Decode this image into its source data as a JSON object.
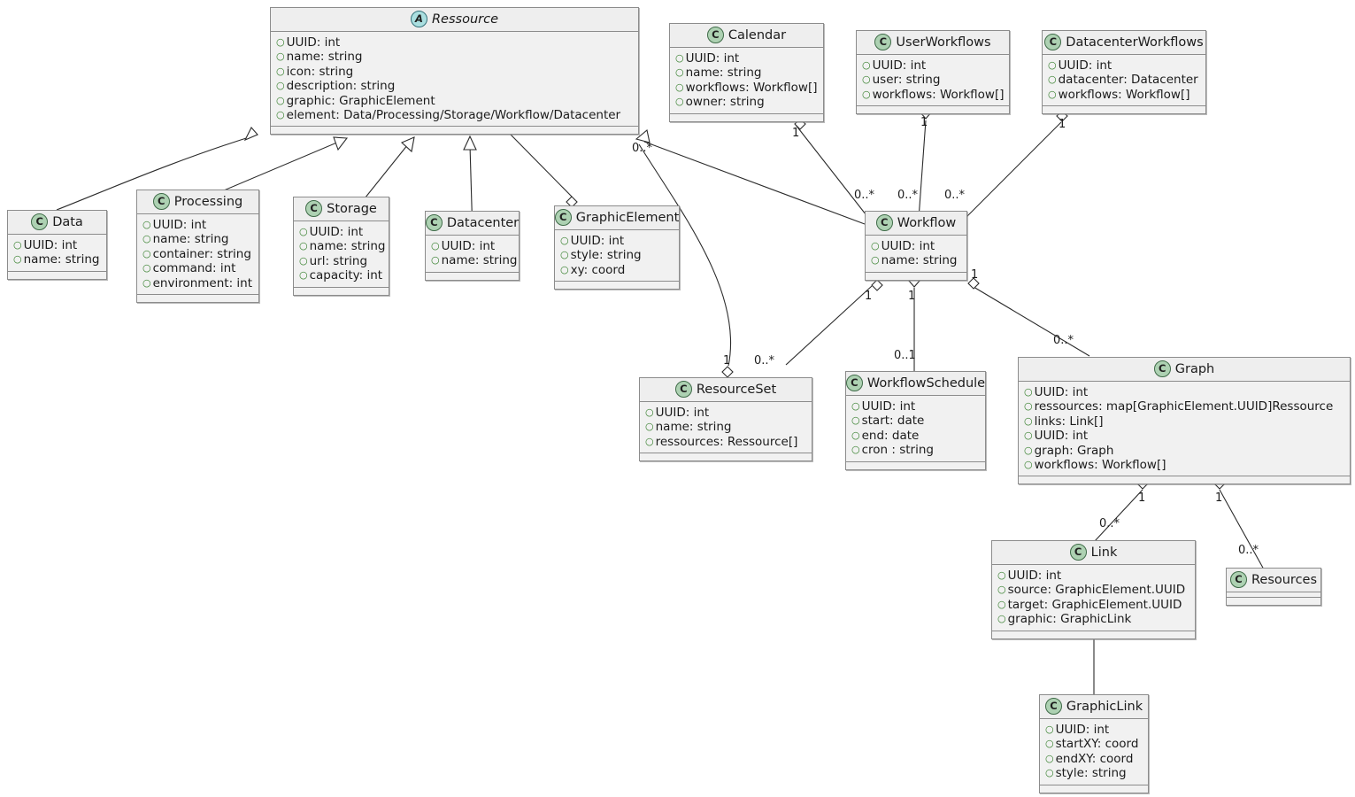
{
  "diagram": {
    "type": "uml-class-diagram",
    "background": "#ffffff",
    "class_fill": "#f1f1f1",
    "class_border": "#8c8c8c",
    "class_icon_color": "#add1b2",
    "abstract_icon_color": "#aadfe0",
    "visibility_marker_color": "#38812f"
  },
  "classes": [
    {
      "id": "ressource",
      "name": "Ressource",
      "stereotype": "A",
      "abstract": true,
      "attrs": [
        "UUID: int",
        "name: string",
        "icon: string",
        "description: string",
        "graphic: GraphicElement",
        "element: Data/Processing/Storage/Workflow/Datacenter"
      ]
    },
    {
      "id": "data",
      "name": "Data",
      "stereotype": "C",
      "abstract": false,
      "attrs": [
        "UUID: int",
        "name: string"
      ]
    },
    {
      "id": "processing",
      "name": "Processing",
      "stereotype": "C",
      "abstract": false,
      "attrs": [
        "UUID: int",
        "name: string",
        "container: string",
        "command: int",
        "environment: int"
      ]
    },
    {
      "id": "storage",
      "name": "Storage",
      "stereotype": "C",
      "abstract": false,
      "attrs": [
        "UUID: int",
        "name: string",
        "url: string",
        "capacity: int"
      ]
    },
    {
      "id": "datacenter",
      "name": "Datacenter",
      "stereotype": "C",
      "abstract": false,
      "attrs": [
        "UUID: int",
        "name: string"
      ]
    },
    {
      "id": "graphicelement",
      "name": "GraphicElement",
      "stereotype": "C",
      "abstract": false,
      "attrs": [
        "UUID: int",
        "style: string",
        "xy: coord"
      ]
    },
    {
      "id": "calendar",
      "name": "Calendar",
      "stereotype": "C",
      "abstract": false,
      "attrs": [
        "UUID: int",
        "name: string",
        "workflows: Workflow[]",
        "owner: string"
      ]
    },
    {
      "id": "userworkflows",
      "name": "UserWorkflows",
      "stereotype": "C",
      "abstract": false,
      "attrs": [
        "UUID: int",
        "user: string",
        "workflows: Workflow[]"
      ]
    },
    {
      "id": "datacenterworkflows",
      "name": "DatacenterWorkflows",
      "stereotype": "C",
      "abstract": false,
      "attrs": [
        "UUID: int",
        "datacenter: Datacenter",
        "workflows: Workflow[]"
      ]
    },
    {
      "id": "workflow",
      "name": "Workflow",
      "stereotype": "C",
      "abstract": false,
      "attrs": [
        "UUID: int",
        "name: string"
      ]
    },
    {
      "id": "resourceset",
      "name": "ResourceSet",
      "stereotype": "C",
      "abstract": false,
      "attrs": [
        "UUID: int",
        "name: string",
        "ressources: Ressource[]"
      ]
    },
    {
      "id": "workflowschedule",
      "name": "WorkflowSchedule",
      "stereotype": "C",
      "abstract": false,
      "attrs": [
        "UUID: int",
        "start: date",
        "end: date",
        "cron : string"
      ]
    },
    {
      "id": "graph",
      "name": "Graph",
      "stereotype": "C",
      "abstract": false,
      "attrs": [
        "UUID: int",
        "ressources: map[GraphicElement.UUID]Ressource",
        "links: Link[]",
        "UUID: int",
        "graph: Graph",
        "workflows: Workflow[]"
      ]
    },
    {
      "id": "link",
      "name": "Link",
      "stereotype": "C",
      "abstract": false,
      "attrs": [
        "UUID: int",
        "source: GraphicElement.UUID",
        "target: GraphicElement.UUID",
        "graphic: GraphicLink"
      ]
    },
    {
      "id": "resources",
      "name": "Resources",
      "stereotype": "C",
      "abstract": false,
      "attrs": []
    },
    {
      "id": "graphiclink",
      "name": "GraphicLink",
      "stereotype": "C",
      "abstract": false,
      "attrs": [
        "UUID: int",
        "startXY: coord",
        "endXY: coord",
        "style: string"
      ]
    }
  ],
  "multiplicities": [
    {
      "id": "m1",
      "label": "0..*"
    },
    {
      "id": "m2",
      "label": "1"
    },
    {
      "id": "m3",
      "label": "1"
    },
    {
      "id": "m4",
      "label": "1"
    },
    {
      "id": "m5",
      "label": "0..*"
    },
    {
      "id": "m6",
      "label": "0..*"
    },
    {
      "id": "m7",
      "label": "0..*"
    },
    {
      "id": "m8",
      "label": "1"
    },
    {
      "id": "m9",
      "label": "1"
    },
    {
      "id": "m10",
      "label": "1"
    },
    {
      "id": "m11",
      "label": "1"
    },
    {
      "id": "m12",
      "label": "0..*"
    },
    {
      "id": "m13",
      "label": "0..1"
    },
    {
      "id": "m14",
      "label": "0..*"
    },
    {
      "id": "m15",
      "label": "1"
    },
    {
      "id": "m16",
      "label": "0..*"
    },
    {
      "id": "m17",
      "label": "1"
    },
    {
      "id": "m18",
      "label": "0..*"
    }
  ]
}
